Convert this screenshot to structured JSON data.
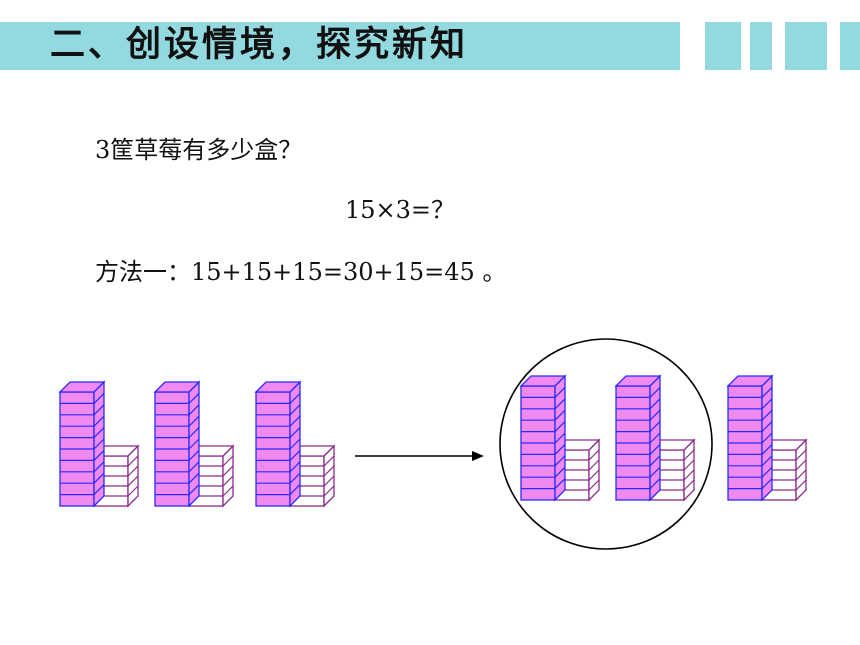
{
  "header": {
    "title": "二、创设情境，探究新知"
  },
  "problem": {
    "question": "3筐草莓有多少盒？",
    "equation": "15×3=？",
    "method1": "方法一：15+15+15=30+15=45 。"
  },
  "figure": {
    "stack_count": 3,
    "tall_column_boxes": 10,
    "short_column_boxes": 5,
    "boxes_per_stack": 15,
    "circled_stacks": 2,
    "colors": {
      "tall_fill": "#f08af0",
      "tall_stroke": "#2a2aff",
      "short_fill": "#ffffff",
      "short_stroke": "#8a2a8a",
      "arrow": "#000000"
    }
  }
}
